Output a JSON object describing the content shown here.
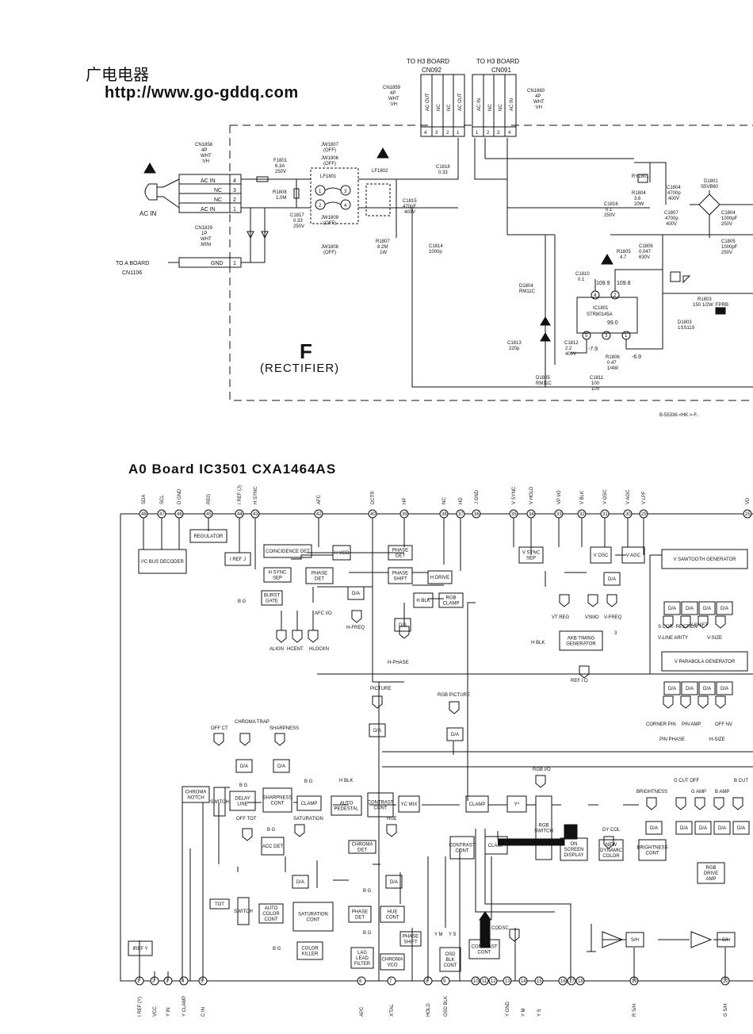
{
  "watermark": {
    "chinese": "广电电器",
    "url": "http://www.go-gddq.com"
  },
  "upper": {
    "section_letter": "F",
    "section_name": "(RECTIFIER)",
    "drawing_code": "B-55336.<HK.>-F..",
    "headers": [
      {
        "title": "TO H3 BOARD",
        "connector": "CN092"
      },
      {
        "title": "TO H3 BOARD",
        "connector": "CN091"
      }
    ],
    "cn1858": {
      "name": "CN1858",
      "spec": [
        "4P",
        "WHT",
        ":VH"
      ],
      "pins": [
        "AC IN",
        "NC",
        "NC",
        "AC IN"
      ],
      "pin_nums": [
        "4",
        "3",
        "2",
        "1"
      ]
    },
    "cn1829": {
      "name": "CN1829",
      "spec": [
        "1P",
        "WHT",
        ":MINI"
      ],
      "pin": "GND",
      "pin_num": "1"
    },
    "ac_in": "AC IN",
    "to_a_board": [
      "TO A BOARD",
      "CN1106"
    ],
    "cn1859": {
      "name": "CN1859",
      "spec": [
        "4P",
        "WHT",
        ":VH"
      ],
      "pins": [
        "AC OUT",
        "NC",
        "NC",
        "AC OUT"
      ],
      "pin_nums": [
        "4",
        "3",
        "2",
        "1"
      ]
    },
    "cn1860": {
      "name": "CN1860",
      "spec": [
        "4P",
        "WHT",
        ":VH"
      ],
      "pins": [
        "AC IN",
        "NC",
        "NC",
        "AC IN"
      ],
      "pin_nums": [
        "1",
        "2",
        "3",
        "4"
      ]
    },
    "components": {
      "f1801": [
        "F1801",
        "6.3A",
        "250V"
      ],
      "r1808": [
        "R1808",
        "1.0M"
      ],
      "c1817": [
        "C1817",
        "0.33",
        "250V"
      ],
      "jw1807": [
        "JW1807",
        "(OFF)"
      ],
      "jw1806": [
        "JW1806",
        "(OFF)"
      ],
      "lf1801": "LF1801",
      "jw1809": [
        "JW1809",
        "(OFF)"
      ],
      "jw1808": [
        "JW1808",
        "(OFF)"
      ],
      "lf1802": "LF1802",
      "c1818": [
        "C1818",
        "0.33"
      ],
      "c1815": [
        "C1815",
        "470pF",
        "400V"
      ],
      "r1807": [
        "R1807",
        "8.2M",
        "1W"
      ],
      "c1814": [
        "C1814",
        "1000p"
      ],
      "ry1801": "RY1801",
      "c1816": [
        "C1816",
        "0.1",
        "250V"
      ],
      "r1804": [
        "R1804",
        "3.6",
        "20W"
      ],
      "c1804": [
        "C1804",
        "4700p",
        "400V"
      ],
      "c1807": [
        "C1807",
        "4700p",
        "400V"
      ],
      "d1801": [
        "D1801",
        "S5VB60"
      ],
      "c1806": [
        "C1806",
        "0.047",
        "630V"
      ],
      "r1805": [
        "R1805",
        "4.7"
      ],
      "c1804b": [
        "C1804",
        "1000pF",
        "250V"
      ],
      "c1805": [
        "C1805",
        "1000pF",
        "250V"
      ],
      "c1810": [
        "C1810",
        "0.1"
      ],
      "d1804": [
        "D1804",
        "RM11C"
      ],
      "ic1801": [
        "IC1801",
        "STR80145A"
      ],
      "r1803": [
        "R1803",
        "150 1/2W :FPRB"
      ],
      "d1803": [
        "D1803",
        "1SS119"
      ],
      "c1813": [
        "C1813",
        "220p"
      ],
      "c1812": [
        "C1812",
        "2.2",
        "400V"
      ],
      "r1806": [
        "R1806",
        "0.47",
        "1/4W"
      ],
      "d1805": [
        "D1805",
        "RM11C"
      ],
      "c1811": [
        "C1811",
        "100",
        "10V"
      ]
    },
    "voltages": {
      "v1": "109.9",
      "v2": "109.8",
      "v3": "99.0",
      "v4": "-7.9",
      "v5": "-6.9"
    },
    "ic_pins": [
      "4",
      "2",
      "3",
      "1",
      "5"
    ]
  },
  "lower": {
    "title": "A0  Board  IC3501  CXA1464AS",
    "top_pins": [
      {
        "n": "48",
        "label": "SDA"
      },
      {
        "n": "47",
        "label": "SCL"
      },
      {
        "n": "46",
        "label": "D GND"
      },
      {
        "n": "45",
        "label": "REG"
      },
      {
        "n": "44",
        "label": "I REF (J)"
      },
      {
        "n": "43",
        "label": "H SYNC"
      },
      {
        "n": "42",
        "label": "AFC"
      },
      {
        "n": "40",
        "label": "DCTR"
      },
      {
        "n": "39",
        "label": "HP"
      },
      {
        "n": "38",
        "label": "NC"
      },
      {
        "n": "37",
        "label": "HD"
      },
      {
        "n": "36",
        "label": "J GND"
      },
      {
        "n": "35",
        "label": "V SYNC"
      },
      {
        "n": "34",
        "label": "V HOLD"
      },
      {
        "n": "33",
        "label": "VP I/O"
      },
      {
        "n": "32",
        "label": "V BLK"
      },
      {
        "n": "31",
        "label": "V OSC"
      },
      {
        "n": "30",
        "label": "V AGC"
      },
      {
        "n": "29",
        "label": "V LPF"
      },
      {
        "n": "25",
        "label": "VD"
      }
    ],
    "bottom_pins": [
      {
        "n": "1",
        "label": "I REF (Y)"
      },
      {
        "n": "2",
        "label": "VCC"
      },
      {
        "n": "3",
        "label": "Y IN"
      },
      {
        "n": "4",
        "label": "Y CLAMP"
      },
      {
        "n": "5",
        "label": "C IN"
      },
      {
        "n": "6",
        "label": "APC"
      },
      {
        "n": "7",
        "label": "X'TAL"
      },
      {
        "n": "8",
        "label": "HOLD"
      },
      {
        "n": "9",
        "label": "OSD BLK"
      },
      {
        "n": "10",
        "label": ""
      },
      {
        "n": "11",
        "label": ""
      },
      {
        "n": "12",
        "label": ""
      },
      {
        "n": "13",
        "label": "Y GND"
      },
      {
        "n": "14",
        "label": "Y M"
      },
      {
        "n": "15",
        "label": "Y S"
      },
      {
        "n": "16",
        "label": ""
      },
      {
        "n": "17",
        "label": ""
      },
      {
        "n": "18",
        "label": ""
      },
      {
        "n": "19",
        "label": "R S/H"
      },
      {
        "n": "22",
        "label": "G S/H"
      }
    ],
    "blocks": {
      "i2c": "I²C BUS DECODER",
      "regulator": "REGULATOR",
      "iref_j": "I REF J",
      "coincidence": "COINCIDENCE DET",
      "hvco": "H VCO",
      "hsync_sep": "H SYNC SEP",
      "phase_det1": "PHASE DET",
      "burst_gate": "BURST GATE",
      "phase_det2": "PHASE DET",
      "phase_shift": "PHASE SHIFT",
      "h_drive": "H DRIVE",
      "h_blk": "H BLK",
      "rgb_clamp": "RGB CLAMP",
      "v_sync_sep": "V SYNC SEP",
      "v_osc": "V OSC",
      "v_agc": "V AGC",
      "v_sawtooth": "V SAWTOOTH GENERATOR",
      "akb": "AKB TIMING GENERATOR",
      "v_parabola": "V PARABOLA GENERATOR",
      "chroma_notch": "CHROMA NOTCH",
      "switch1": "SWITCH",
      "delay_line": "DELAY LINE",
      "sharpness_cont": "SHARPNESS CONT",
      "clamp1": "CLAMP",
      "auto_pedestal": "AUTO PEDESTAL",
      "contrast_cont1": "CONTRAST CONT",
      "yc_mix": "YC MIX",
      "clamp2": "CLAMP",
      "gamma": "Y^",
      "rgb_switch": "RGB SWITCH",
      "acc_det": "ACC DET",
      "chroma_det": "CHROMA DET",
      "tot": "TOT",
      "switch2": "SWITCH",
      "auto_color": "AUTO COLOR CONT",
      "saturation_cont": "SATURATION CONT",
      "color_killer": "COLOR KILLER",
      "phase_det3": "PHASE DET",
      "hue_cont": "HUE CONT",
      "lag_lead": "LAG LEAD FILTER",
      "chroma_vco": "CHROMA VCO",
      "phase_shift2": "PHASE SHIFT",
      "contrast_cont2": "CONTRAST CONT",
      "clamp3": "CLAMP",
      "on_screen": "ON SCREEN DISPLAY",
      "new_dyn_color": "NEW DYNAMIC COLOR",
      "brightness_cont": "BRIGHTNESS CONT",
      "rgb_drive_amp": "RGB DRIVE AMP",
      "osd_blk_cont": "OSD BLK CONT",
      "contrast_cont3": "CONTRAST CONT",
      "iref_y": "IREF Y",
      "sh1": "S/H",
      "sh2": "S/H",
      "da": "D/A"
    },
    "labels": {
      "align": "ALIGN",
      "hcent": "HCENT",
      "hlockn": "HLOCKN",
      "afc_io": "AFC I/O",
      "h_freq": "H-FREQ",
      "h_phase": "H-PHASE",
      "bg": "B G",
      "vt_reg": "VT REG",
      "vsmo": "VSMO",
      "v_freq": "V-FREQ",
      "h_blk2": "H BLK",
      "ref_io": "REF I O",
      "s_correction": "S COR- RECTION",
      "v_shift": "V-SHIFT",
      "v_linearity": "V-LINE ARITY",
      "v_size": "V-SIZE",
      "corner_pin": "CORNER PIN",
      "pin_amp": "PIN AMP",
      "off_nv": "OFF NV",
      "pin_phase": "PIN PHASE",
      "h_size": "H-SIZE",
      "picture": "PICTURE",
      "rgb_picture": "RGB PICTURE",
      "off_ct": "OFF CT",
      "chroma_trap": "CHROMA TRAP",
      "sharpness": "SHARPNESS",
      "hblk3": "H BLK",
      "rgb_io": "RGB I/O",
      "brightness": "BRIGHTNESS",
      "g_cut_off": "G CUT OFF",
      "b_cut": "B CUT",
      "g_amp": "G AMP",
      "b_amp": "B AMP",
      "dy_col": "DY COL",
      "off_tot": "OFF TOT",
      "saturation": "SATURATION",
      "hue": "HUE",
      "codsc": "CODSC",
      "y_m": "Y M",
      "y_s": "Y S",
      "marker3": "3"
    }
  }
}
